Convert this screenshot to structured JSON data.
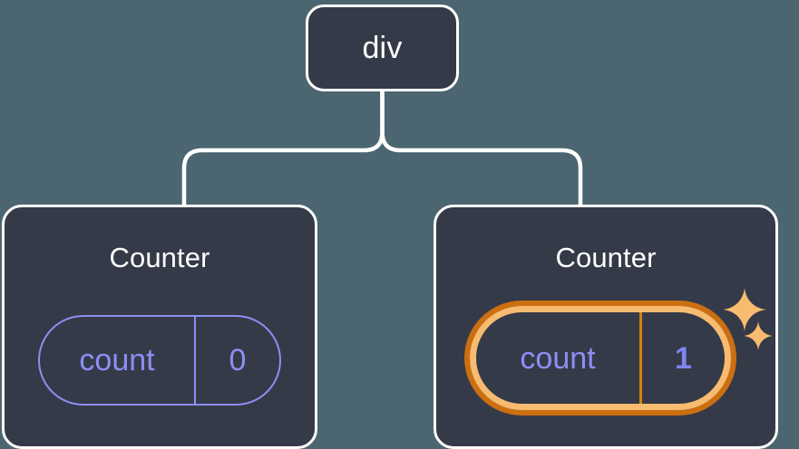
{
  "diagram": {
    "title": "React component tree with highlighted state",
    "background_color": "#4b6671",
    "node_fill": "#353a48",
    "node_stroke": "#ffffff",
    "connector_color": "#ffffff",
    "state_color": "#8b8ff5",
    "highlight_inner_color": "#f8bc70",
    "highlight_outer_color": "#cc6f10",
    "sparkle_color": "#f8bc70"
  },
  "root": {
    "label": "div"
  },
  "children": [
    {
      "title": "Counter",
      "state": {
        "key": "count",
        "value": "0"
      },
      "highlighted": "false",
      "sparkles": "0"
    },
    {
      "title": "Counter",
      "state": {
        "key": "count",
        "value": "1"
      },
      "highlighted": "true",
      "sparkles": "2"
    }
  ],
  "icons": {
    "sparkle_large": "sparkle-icon",
    "sparkle_small": "sparkle-icon"
  }
}
